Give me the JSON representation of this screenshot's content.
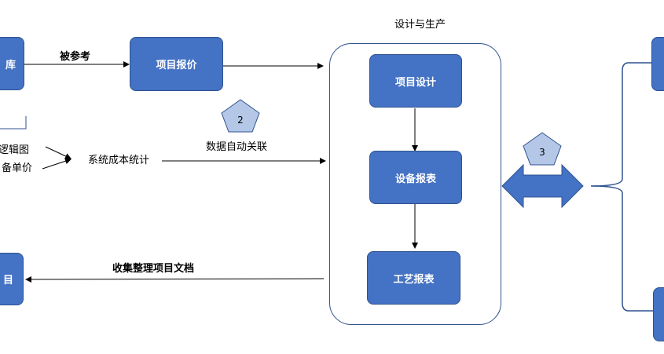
{
  "diagram": {
    "left_boxes": {
      "top_text": "库",
      "bottom_text": "目"
    },
    "project_quote": "项目报价",
    "referenced_label": "被参考",
    "side_labels": {
      "logic_diagram": "逻辑图",
      "equipment_price": "备单价"
    },
    "cost_stats": "系统成本统计",
    "auto_link": {
      "badge": "2",
      "label": "数据自动关联"
    },
    "collect_docs": "收集整理项目文档",
    "design_group": {
      "title": "设计与生产",
      "steps": [
        "项目设计",
        "设备报表",
        "工艺报表"
      ]
    },
    "exchange_badge": "3",
    "colors": {
      "box_fill": "#4472C4",
      "box_border": "#2F528F",
      "badge_fill": "#B4C7E7",
      "arrow_fill": "#4472C4"
    }
  }
}
